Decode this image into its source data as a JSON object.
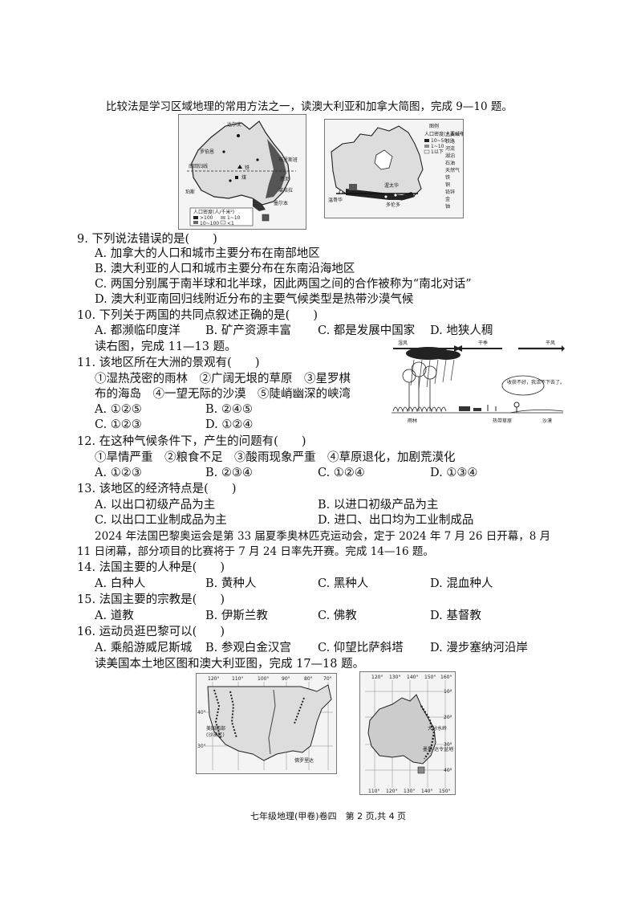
{
  "intro1": "比较法是学习区域地理的常用方法之一，读澳大利亚和加拿大简图，完成 9—10 题。",
  "map_au_labels": {
    "a": "达尔文",
    "b": "铁",
    "c": "煤",
    "d": "罗伯恩",
    "e": "南回归线",
    "f": "布里斯班",
    "g": "悉尼",
    "h": "墨尔本",
    "i": "珀斯",
    "j": "堪培拉",
    "k": "铁矿",
    "legend_title": "人口密度(人/千米²)",
    "l1": ">100",
    "l2": "1~10",
    "l3": "10~100",
    "l4": "<1"
  },
  "map_ca_labels": {
    "a": "渥太华",
    "b": "多伦多",
    "c": "温哥华",
    "legend_title": "图例",
    "legend_pop": "人口密度(人/km²)",
    "l1": "10~50",
    "l2": "1~10",
    "l3": "1以下",
    "r1": "主要城市",
    "r2": "铁路",
    "r3": "河流",
    "r4": "湖泊",
    "r5": "石油",
    "r6": "天然气",
    "r7": "铁",
    "r8": "铜",
    "r9": "铅锌",
    "r10": "金",
    "r11": "铀"
  },
  "q9": "9. 下列说法错误的是(　　)",
  "q9a": "A. 加拿大的人口和城市主要分布在南部地区",
  "q9b": "B. 澳大利亚的人口和城市主要分布在东南沿海地区",
  "q9c": "C. 两国分别属于南半球和北半球，因此两国之间的合作被称为“南北对话”",
  "q9d": "D. 澳大利亚南回归线附近分布的主要气候类型是热带沙漠气候",
  "q10": "10. 下列关于两国的共同点叙述正确的是(　　)",
  "q10a": "A. 都濒临印度洋",
  "q10b": "B. 矿产资源丰富",
  "q10c": "C. 都是发展中国家",
  "q10d": "D. 地狭人稠",
  "intro2": "读右图，完成 11—13 题。",
  "q11": "11. 该地区所在大洲的景观有(　　)",
  "q11l1": "①湿热茂密的雨林　②广阔无垠的草原　③星罗棋",
  "q11l2": "布的海岛　④一望无际的沙漠　⑤陡峭幽深的峡湾",
  "q11a": "A. ①②⑤",
  "q11b": "B. ②④⑤",
  "q11c": "C. ①②③",
  "q11d": "D. ①②④",
  "fig_climate": {
    "a": "湿风",
    "b": "干季",
    "c": "干风",
    "d": "收获不好，我活不下去了。",
    "e": "雨林",
    "f": "热带草原",
    "g": "沙漠"
  },
  "q12": "12. 在这种气候条件下，产生的问题有(　　)",
  "q12l1": "①旱情严重　②粮食不足　③酸雨现象严重　④草原退化，加剧荒漠化",
  "q12a": "A. ①②③",
  "q12b": "B. ②③④",
  "q12c": "C. ①②④",
  "q12d": "D. ①③④",
  "q13": "13. 该地区的经济特点是(　　)",
  "q13a": "A. 以出口初级产品为主",
  "q13b": "B. 以进口初级产品为主",
  "q13c": "C. 以出口工业制成品为主",
  "q13d": "D. 进口、出口均为工业制成品",
  "intro3a": "2024 年法国巴黎奥运会是第 33 届夏季奥林匹克运动会，定于 2024 年 7 月 26 日开幕，8 月",
  "intro3b": "11 日闭幕，部分项目的比赛将于 7 月 24 日率先开赛。完成 14—16 题。",
  "q14": "14. 法国主要的人种是(　　)",
  "q14a": "A. 白种人",
  "q14b": "B. 黄种人",
  "q14c": "C. 黑种人",
  "q14d": "D. 混血种人",
  "q15": "15. 法国主要的宗教是(　　)",
  "q15a": "A. 道教",
  "q15b": "B. 伊斯兰教",
  "q15c": "C. 佛教",
  "q15d": "D. 基督教",
  "q16": "16. 运动员逛巴黎可以(　　)",
  "q16a": "A. 乘船游威尼斯城",
  "q16b": "B. 参观白金汉宫",
  "q16c": "C. 仰望比萨斜塔",
  "q16d": "D. 漫步塞纳河沿岸",
  "intro4": "读美国本土地区图和澳大利亚图，完成 17—18 题。",
  "map_us_labels": {
    "t1": "120°",
    "t2": "110°",
    "t3": "100°",
    "t4": "90°",
    "t5": "80°",
    "t6": "70°",
    "y1": "40°",
    "y2": "30°",
    "a": "美国西部",
    "b": "(沙漠区)",
    "c": "佛罗里达"
  },
  "map_au2_labels": {
    "t1": "120°",
    "t2": "130°",
    "t3": "140°",
    "t4": "150°",
    "t5": "160°",
    "b1": "110°",
    "b2": "120°",
    "b3": "130°",
    "b4": "140°",
    "b5": "150°",
    "y1": "10°",
    "y2": "20°",
    "y3": "30°",
    "y4": "40°",
    "a": "大分水岭",
    "b": "墨累-达令盆地"
  },
  "footer": "七年级地理(甲卷)卷四　第 2 页,共 4 页"
}
